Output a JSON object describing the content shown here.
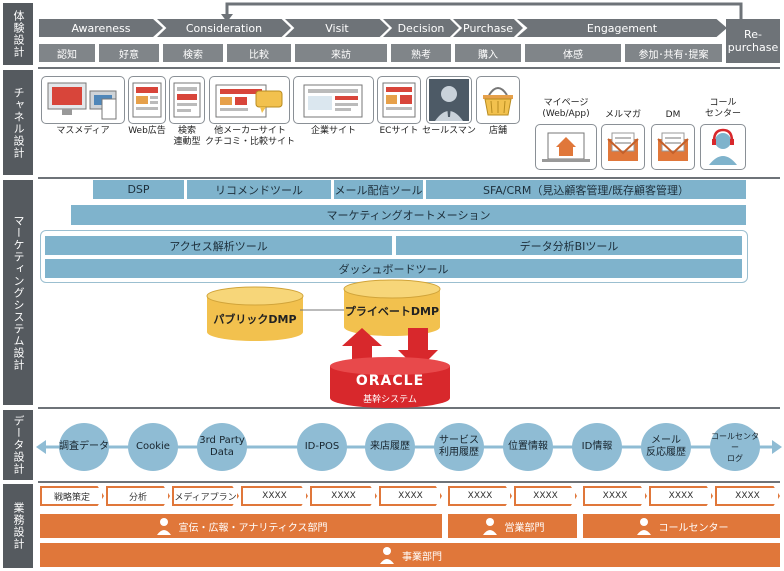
{
  "sections": [
    {
      "id": "experience",
      "label": "体験設計"
    },
    {
      "id": "channel",
      "label": "チャネル設計"
    },
    {
      "id": "marketing",
      "label": "マーケティングシステム設計"
    },
    {
      "id": "data",
      "label": "データ設計"
    },
    {
      "id": "business",
      "label": "業務設計"
    }
  ],
  "journey": {
    "phases": [
      "Awareness",
      "Consideration",
      "Visit",
      "Decision",
      "Purchase",
      "Engagement"
    ],
    "repurchase": "Re-\npurchase",
    "steps": [
      "認知",
      "好意",
      "検索",
      "比較",
      "来訪",
      "熟考",
      "購入",
      "体感",
      "参加･共有･提案"
    ]
  },
  "channels": {
    "left": [
      {
        "label": "マスメディア",
        "icon": "mass-media-icon"
      },
      {
        "label": "Web広告",
        "icon": "web-ad-icon"
      },
      {
        "label": "検索\n連動型",
        "icon": "search-ad-icon"
      },
      {
        "label": "他メーカーサイト\nクチコミ・比較サイト",
        "icon": "review-site-icon"
      },
      {
        "label": "企業サイト",
        "icon": "corporate-site-icon"
      },
      {
        "label": "ECサイト",
        "icon": "ec-site-icon"
      },
      {
        "label": "セールスマン",
        "icon": "salesman-icon"
      },
      {
        "label": "店舗",
        "icon": "store-icon"
      }
    ],
    "right": [
      {
        "label": "マイページ\n(Web/App)",
        "icon": "mypage-icon"
      },
      {
        "label": "メルマガ",
        "icon": "newsletter-icon"
      },
      {
        "label": "DM",
        "icon": "direct-mail-icon"
      },
      {
        "label": "コール\nセンター",
        "icon": "call-center-icon"
      }
    ]
  },
  "marketing": {
    "row1": [
      "DSP",
      "リコメンドツール",
      "メール配信ツール",
      "SFA/CRM（見込顧客管理/既存顧客管理）"
    ],
    "automation": "マーケティングオートメーション",
    "analysis": [
      "アクセス解析ツール",
      "データ分析BIツール"
    ],
    "dashboard": "ダッシュボードツール",
    "public_dmp": "パブリックDMP",
    "private_dmp": "プライベートDMP",
    "oracle": "ORACLE",
    "core_system": "基幹システム"
  },
  "data_items": [
    "調査データ",
    "Cookie",
    "3rd Party\nData",
    "ID-POS",
    "来店履歴",
    "サービス\n利用履歴",
    "位置情報",
    "ID情報",
    "メール\n反応履歴",
    "コールセンター\nログ"
  ],
  "business": {
    "tasks": [
      "戦略策定",
      "分析",
      "メディアプラン",
      "XXXX",
      "XXXX",
      "XXXX",
      "XXXX",
      "XXXX",
      "XXXX",
      "XXXX",
      "XXXX"
    ],
    "departments": [
      "宣伝・広報・アナリティクス部門",
      "営業部門",
      "コールセンター"
    ],
    "division": "事業部門"
  },
  "colors": {
    "gray": "#6e7378",
    "teal": "#7fb3cc",
    "orange": "#e0773a",
    "oracle_red": "#d8282c",
    "dmp_yellow": "#f2c14e"
  }
}
